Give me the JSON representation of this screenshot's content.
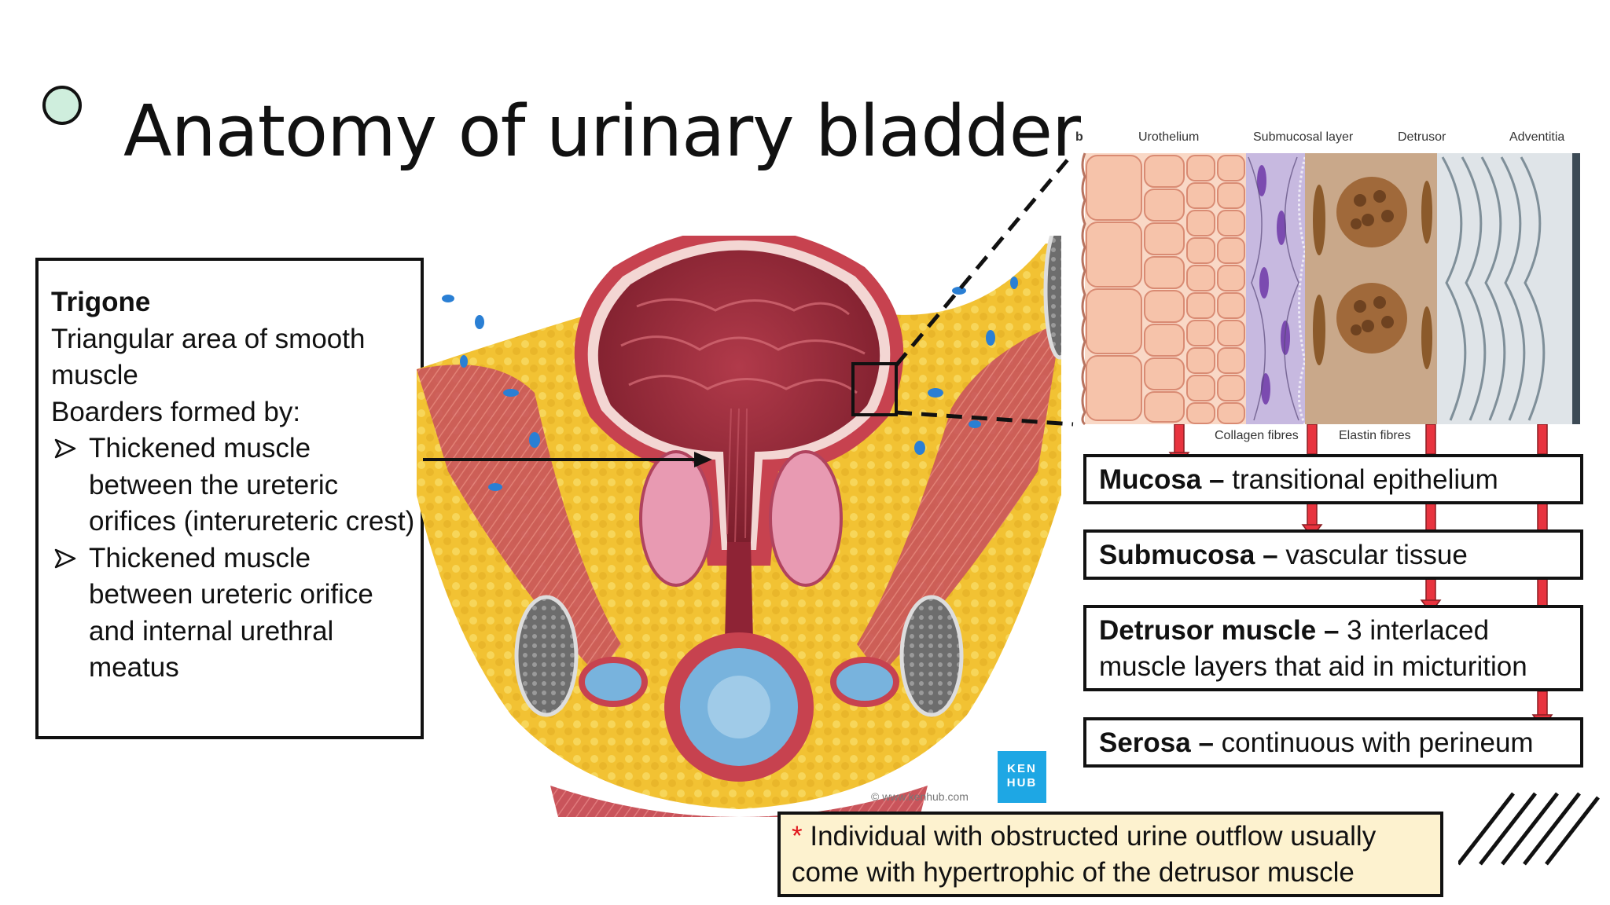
{
  "title": "Anatomy of urinary bladder",
  "trigone": {
    "heading": "Trigone",
    "description": "Triangular area of smooth muscle",
    "borders_intro": "Boarders formed by:",
    "bullets": [
      "Thickened muscle between the ureteric orifices (interureteric crest)",
      "Thickened muscle between ureteric orifice and internal urethral meatus"
    ]
  },
  "histology": {
    "panel_letter": "b",
    "top_labels": [
      "Urothelium",
      "Submucosal layer",
      "Detrusor",
      "Adventitia"
    ],
    "bottom_labels": [
      "Collagen fibres",
      "Elastin fibres"
    ]
  },
  "layers": [
    {
      "term": "Mucosa",
      "sep": " – ",
      "desc": "transitional epithelium"
    },
    {
      "term": "Submucosa",
      "sep": " – ",
      "desc": "vascular tissue"
    },
    {
      "term": "Detrusor muscle",
      "sep": " – ",
      "desc": "3 interlaced muscle layers that aid in micturition"
    },
    {
      "term": "Serosa",
      "sep": " – ",
      "desc": "continuous with perineum"
    }
  ],
  "note": {
    "star": "*",
    "text": " Individual with obstructed urine outflow usually come with hypertrophic of the detrusor muscle"
  },
  "logo": {
    "line1": "KEN",
    "line2": "HUB",
    "copyright": "© www.kenhub.com"
  },
  "colors": {
    "arrow_red": "#e8343f",
    "note_bg": "#fdf2cf",
    "bullet_fill": "#cfeedd",
    "logo_blue": "#1ea7e4"
  }
}
